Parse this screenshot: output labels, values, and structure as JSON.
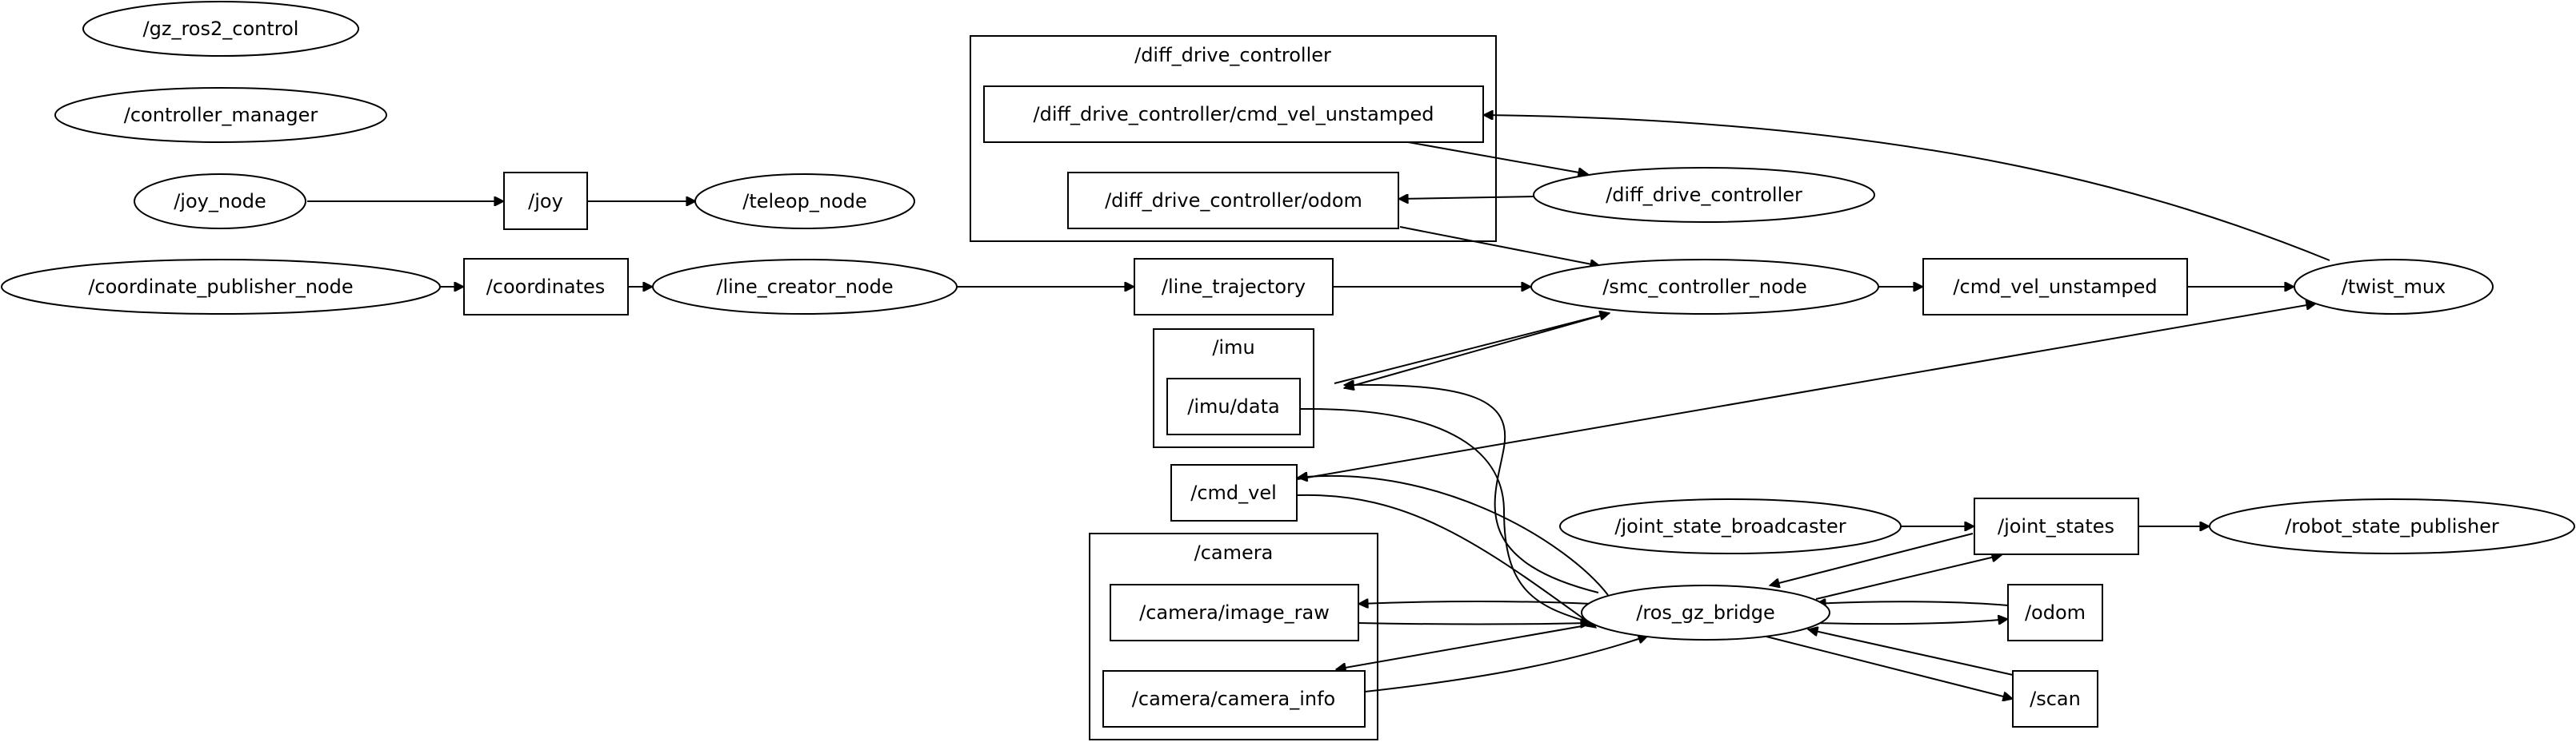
{
  "graph": {
    "nodes": {
      "gz_ros2_control": "/gz_ros2_control",
      "controller_manager": "/controller_manager",
      "joy_node": "/joy_node",
      "joy": "/joy",
      "teleop_node": "/teleop_node",
      "coordinate_publisher_node": "/coordinate_publisher_node",
      "coordinates": "/coordinates",
      "line_creator_node": "/line_creator_node",
      "line_trajectory": "/line_trajectory",
      "smc_controller_node": "/smc_controller_node",
      "cmd_vel_unstamped": "/cmd_vel_unstamped",
      "twist_mux": "/twist_mux",
      "diff_drive_controller_node": "/diff_drive_controller",
      "ddc_cmd_vel_unstamped": "/diff_drive_controller/cmd_vel_unstamped",
      "ddc_odom": "/diff_drive_controller/odom",
      "imu_data": "/imu/data",
      "cmd_vel": "/cmd_vel",
      "joint_state_broadcaster": "/joint_state_broadcaster",
      "joint_states": "/joint_states",
      "robot_state_publisher": "/robot_state_publisher",
      "ros_gz_bridge": "/ros_gz_bridge",
      "odom": "/odom",
      "scan": "/scan",
      "camera_image_raw": "/camera/image_raw",
      "camera_camera_info": "/camera/camera_info"
    },
    "clusters": {
      "diff_drive_controller": "/diff_drive_controller",
      "imu": "/imu",
      "camera": "/camera"
    },
    "edges": [
      [
        "joy_node",
        "joy"
      ],
      [
        "joy",
        "teleop_node"
      ],
      [
        "coordinate_publisher_node",
        "coordinates"
      ],
      [
        "coordinates",
        "line_creator_node"
      ],
      [
        "line_creator_node",
        "line_trajectory"
      ],
      [
        "line_trajectory",
        "smc_controller_node"
      ],
      [
        "smc_controller_node",
        "cmd_vel_unstamped"
      ],
      [
        "cmd_vel_unstamped",
        "twist_mux"
      ],
      [
        "twist_mux",
        "ddc_cmd_vel_unstamped"
      ],
      [
        "ddc_cmd_vel_unstamped",
        "diff_drive_controller_node"
      ],
      [
        "diff_drive_controller_node",
        "ddc_odom"
      ],
      [
        "ddc_odom",
        "smc_controller_node"
      ],
      [
        "imu_data",
        "smc_controller_node"
      ],
      [
        "smc_controller_node",
        "imu_data"
      ],
      [
        "ros_gz_bridge",
        "imu_data"
      ],
      [
        "imu_data",
        "ros_gz_bridge"
      ],
      [
        "cmd_vel",
        "twist_mux"
      ],
      [
        "ros_gz_bridge",
        "cmd_vel"
      ],
      [
        "cmd_vel",
        "ros_gz_bridge"
      ],
      [
        "joint_state_broadcaster",
        "joint_states"
      ],
      [
        "joint_states",
        "robot_state_publisher"
      ],
      [
        "joint_states",
        "ros_gz_bridge"
      ],
      [
        "ros_gz_bridge",
        "joint_states"
      ],
      [
        "odom",
        "ros_gz_bridge"
      ],
      [
        "ros_gz_bridge",
        "odom"
      ],
      [
        "ros_gz_bridge",
        "scan"
      ],
      [
        "scan",
        "ros_gz_bridge"
      ],
      [
        "ros_gz_bridge",
        "camera_image_raw"
      ],
      [
        "camera_image_raw",
        "ros_gz_bridge"
      ],
      [
        "ros_gz_bridge",
        "camera_camera_info"
      ],
      [
        "camera_camera_info",
        "ros_gz_bridge"
      ]
    ]
  }
}
